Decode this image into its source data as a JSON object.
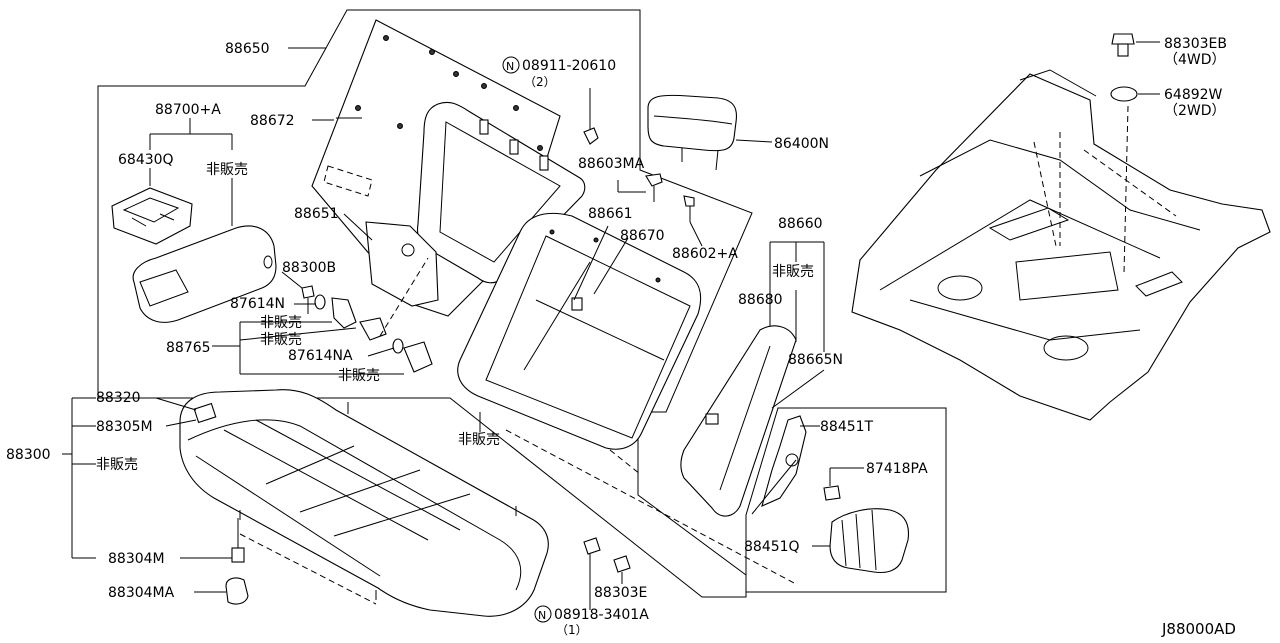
{
  "diagram_code": "J88000AD",
  "labels": {
    "p88650": "88650",
    "p88700a": "88700+A",
    "p68430q": "68430Q",
    "hanbai_a": "非販売",
    "p88672": "88672",
    "n08911": "08911-20610",
    "n08911_qty": "（2）",
    "p86400n": "86400N",
    "p88603ma": "88603MA",
    "p88651": "88651",
    "p88661": "88661",
    "p88670": "88670",
    "p88602a": "88602+A",
    "p88660": "88660",
    "hanbai_b": "非販売",
    "p88680": "88680",
    "p88665n": "88665N",
    "p88300b": "88300B",
    "p87614n": "87614N",
    "hanbai_c": "非販売",
    "hanbai_d": "非販売",
    "p88765": "88765",
    "p87614na": "87614NA",
    "hanbai_e": "非販売",
    "p88320": "88320",
    "p88305m": "88305M",
    "p88300": "88300",
    "hanbai_f": "非販売",
    "hanbai_g": "非販売",
    "p88451t": "88451T",
    "p87418pa": "87418PA",
    "p88451q": "88451Q",
    "p88304m": "88304M",
    "p88303e": "88303E",
    "p88304ma": "88304MA",
    "n08918": "08918-3401A",
    "n08918_qty": "（1）",
    "p88303eb": "88303EB",
    "p88303eb_note": "（4WD）",
    "p64892w": "64892W",
    "p64892w_note": "（2WD）",
    "n_symbol": "N"
  }
}
